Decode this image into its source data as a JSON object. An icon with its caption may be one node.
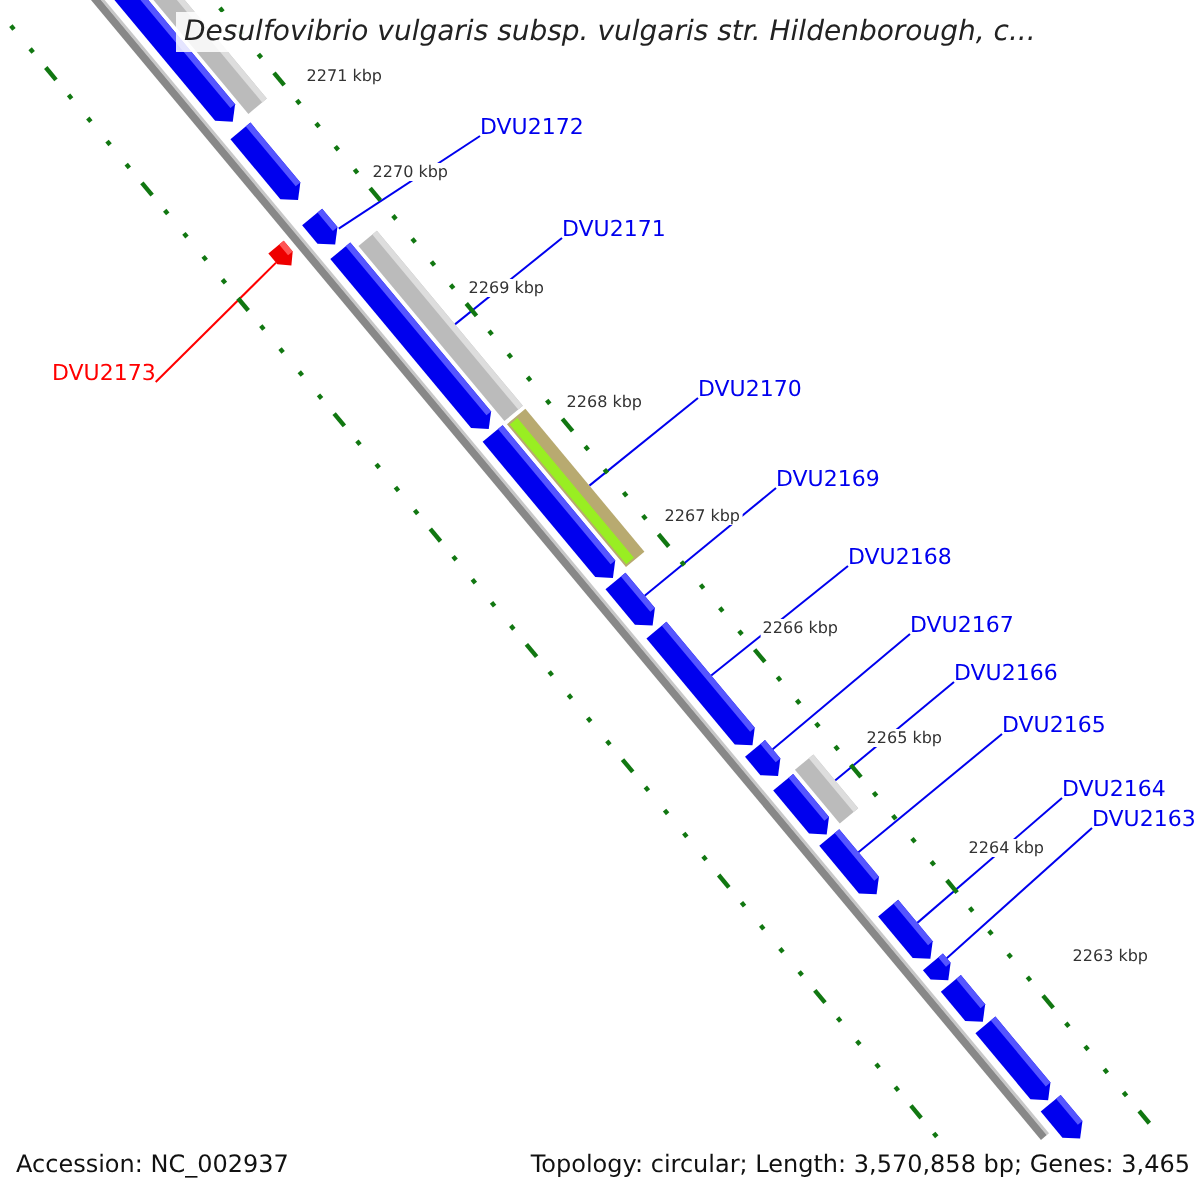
{
  "diagram": {
    "title": "Desulfovibrio vulgaris subsp. vulgaris str. Hildenborough, c...",
    "nodes": [
      {
        "text": [
          "DVU2172"
        ]
      },
      {
        "text": [
          "DVU2171"
        ]
      },
      {
        "text": [
          "DVU2173"
        ]
      },
      {
        "text": [
          "DVU2170"
        ]
      },
      {
        "text": [
          "DVU2169"
        ]
      },
      {
        "text": [
          "DVU2168"
        ]
      },
      {
        "text": [
          "DVU2167"
        ]
      },
      {
        "text": [
          "DVU2166"
        ]
      },
      {
        "text": [
          "DVU2165"
        ]
      },
      {
        "text": [
          "DVU2164"
        ]
      },
      {
        "text": [
          "DVU2163"
        ]
      },
      {
        "text": [],
        "shape": "arrow"
      },
      {
        "text": [],
        "shape": "box"
      },
      {
        "text": [],
        "shape": "arrow"
      },
      {
        "text": [],
        "shape": "arrow"
      },
      {
        "text": [],
        "shape": "arrow"
      },
      {
        "text": [],
        "shape": "arrow"
      },
      {
        "text": [],
        "shape": "box"
      },
      {
        "text": [],
        "shape": "arrow"
      },
      {
        "text": [],
        "shape": "box"
      },
      {
        "text": [],
        "shape": "arrow"
      },
      {
        "text": [],
        "shape": "arrow"
      },
      {
        "text": [],
        "shape": "arrow"
      },
      {
        "text": [],
        "shape": "box"
      },
      {
        "text": [],
        "shape": "arrow"
      },
      {
        "text": [],
        "shape": "arrow"
      },
      {
        "text": [],
        "shape": "arrow"
      },
      {
        "text": [],
        "shape": "arrow"
      },
      {
        "text": [],
        "shape": "arrow"
      },
      {
        "text": [],
        "shape": "arrow"
      },
      {
        "text": [],
        "shape": "arrow"
      }
    ],
    "edges": [
      {
        "from": 0,
        "to": 14,
        "arrow": "none"
      },
      {
        "from": 1,
        "to": 17,
        "arrow": "none"
      },
      {
        "from": 2,
        "to": 15,
        "arrow": "none",
        "color": "#ff0000"
      },
      {
        "from": 3,
        "to": 19,
        "arrow": "none"
      },
      {
        "from": 4,
        "to": 20,
        "arrow": "none"
      },
      {
        "from": 5,
        "to": 21,
        "arrow": "none"
      },
      {
        "from": 6,
        "to": 22,
        "arrow": "none"
      },
      {
        "from": 7,
        "to": 23,
        "arrow": "none"
      },
      {
        "from": 8,
        "to": 25,
        "arrow": "none"
      },
      {
        "from": 9,
        "to": 26,
        "arrow": "none"
      },
      {
        "from": 10,
        "to": 27,
        "arrow": "none"
      }
    ],
    "labels": [
      "2271 kbp",
      "2270 kbp",
      "2269 kbp",
      "2268 kbp",
      "2267 kbp",
      "2266 kbp",
      "2265 kbp",
      "2264 kbp",
      "2263 kbp",
      "Accession: NC_002937",
      "Topology: circular; Length: 3,570,858 bp; Genes: 3,465"
    ]
  }
}
